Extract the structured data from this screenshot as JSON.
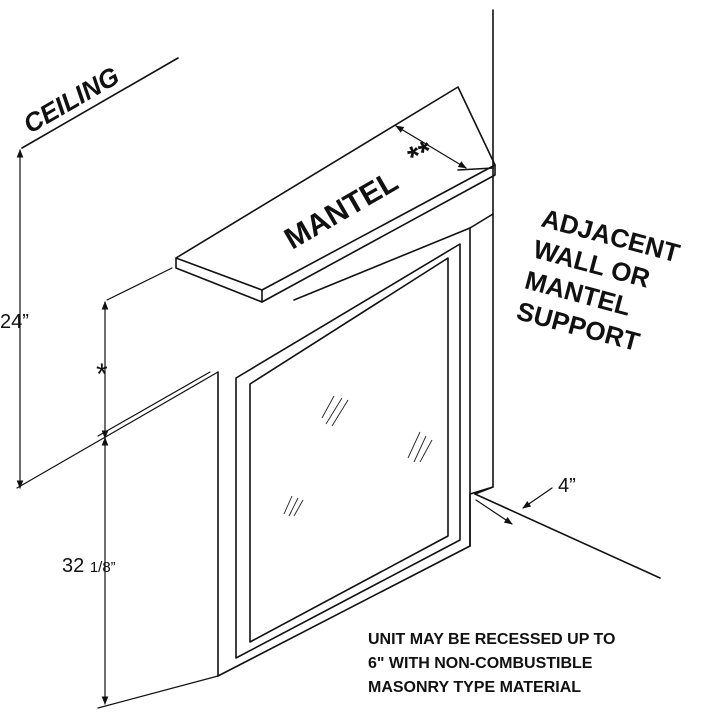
{
  "labels": {
    "ceiling": "CEILING",
    "mantel": "MANTEL",
    "adjacent_lines": [
      "ADJACENT",
      "WALL OR",
      "MANTEL",
      "SUPPORT"
    ],
    "dim_24": "24”",
    "dim_32_main": "32 ",
    "dim_32_frac": "1/8”",
    "dim_4": "4”",
    "single_star": "*",
    "double_star": "**",
    "note_lines": [
      "UNIT MAY BE RECESSED UP TO",
      "6\" WITH NON-COMBUSTIBLE",
      "MASONRY TYPE MATERIAL"
    ]
  }
}
